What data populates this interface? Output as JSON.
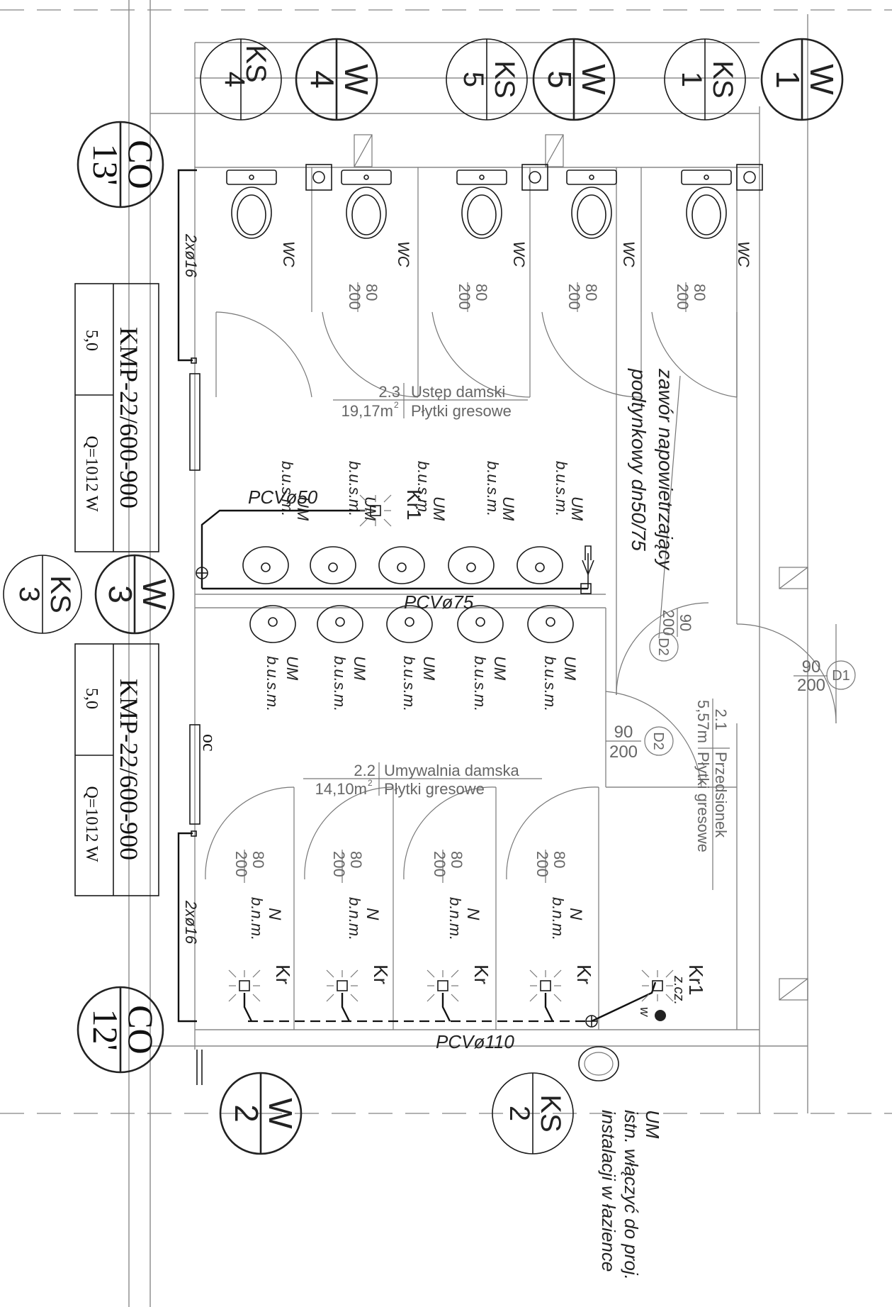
{
  "markers": {
    "ks4": {
      "code": "KS",
      "num": "4"
    },
    "w4": {
      "code": "W",
      "num": "4"
    },
    "ks5": {
      "code": "KS",
      "num": "5"
    },
    "w5": {
      "code": "W",
      "num": "5"
    },
    "ks1": {
      "code": "KS",
      "num": "1"
    },
    "w1": {
      "code": "W",
      "num": "1"
    },
    "ks3": {
      "code": "KS",
      "num": "3"
    },
    "w3": {
      "code": "W",
      "num": "3"
    },
    "w2": {
      "code": "W",
      "num": "2"
    },
    "ks2": {
      "code": "KS",
      "num": "2"
    },
    "co13": {
      "code": "CO",
      "num": "13'"
    },
    "co12": {
      "code": "CO",
      "num": "12'"
    }
  },
  "radiators": [
    {
      "model": "KMP-22/600-900",
      "value": "5,0",
      "power": "Q=1012 W"
    },
    {
      "model": "KMP-22/600-900",
      "value": "5,0",
      "power": "Q=1012 W"
    }
  ],
  "rooms": {
    "r23": {
      "number": "2.3",
      "name": "Ustęp damski",
      "area": "19,17m",
      "sup": "2",
      "finish": "Płytki gresowe"
    },
    "r22": {
      "number": "2.2",
      "name": "Umywalnia damska",
      "area": "14,10m",
      "sup": "2",
      "finish": "Płytki gresowe"
    },
    "r21": {
      "number": "2.1",
      "name": "Przedsionek",
      "area": "5,57m",
      "sup": "2",
      "finish": "Płytki gresowe"
    }
  },
  "fixtures": {
    "wc": "WC",
    "um": "UM",
    "busm": "b.u.s.m.",
    "n": "N",
    "bnm": "b.n.m.",
    "kr": "Kr",
    "kr1": "Kr1",
    "oc": "oc",
    "zcz": "z.cz.",
    "w": "w"
  },
  "doors": {
    "stall_w": "80",
    "stall_h": "200",
    "d_w": "90",
    "d_h": "200",
    "d1": "D1",
    "d2": "D2"
  },
  "pipes": {
    "pvc50": "PCVø50",
    "pvc75": "PCVø75",
    "pvc110": "PCVø110",
    "heat": "2xø16"
  },
  "notes": {
    "valve_line1": "zawór napowietrzający",
    "valve_line2": "podtynkowy dn50/75",
    "um_note_line1": "UM",
    "um_note_line2": "istn. włączyć do proj.",
    "um_note_line3": "instalacji w łazience"
  }
}
